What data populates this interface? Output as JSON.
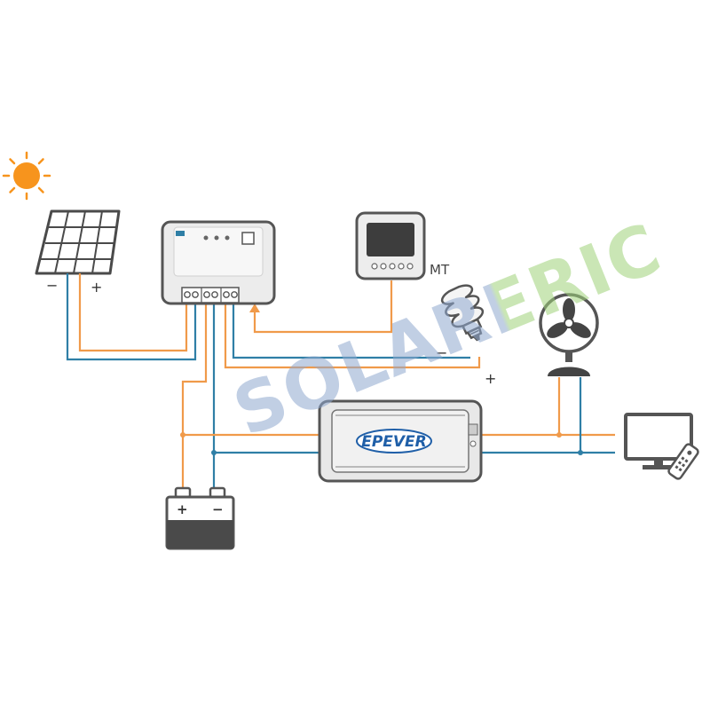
{
  "labels": {
    "panel_negative": "−",
    "panel_positive": "+",
    "meter_label": "MT",
    "load_positive": "+",
    "load_negative": "−",
    "battery_positive": "+",
    "battery_negative": "−"
  },
  "inverter": {
    "brand": "EPEVER"
  },
  "watermark": {
    "text": "SOLARERIC"
  },
  "colors": {
    "sun": "#f7941d",
    "positive_wire": "#f09a4a",
    "negative_wire": "#2f7fa6",
    "device_stroke": "#4a4a4a",
    "device_fill": "#ebebeb",
    "brand_blue": "#1f5fa8",
    "watermark_blue": "#8fa8cf",
    "watermark_green": "#9fd37a"
  },
  "icons": [
    "sun-icon",
    "solar-panel-icon",
    "charge-controller-icon",
    "remote-meter-icon",
    "light-bulb-icon",
    "fan-icon",
    "inverter-icon",
    "battery-icon",
    "tv-icon",
    "remote-control-icon"
  ]
}
